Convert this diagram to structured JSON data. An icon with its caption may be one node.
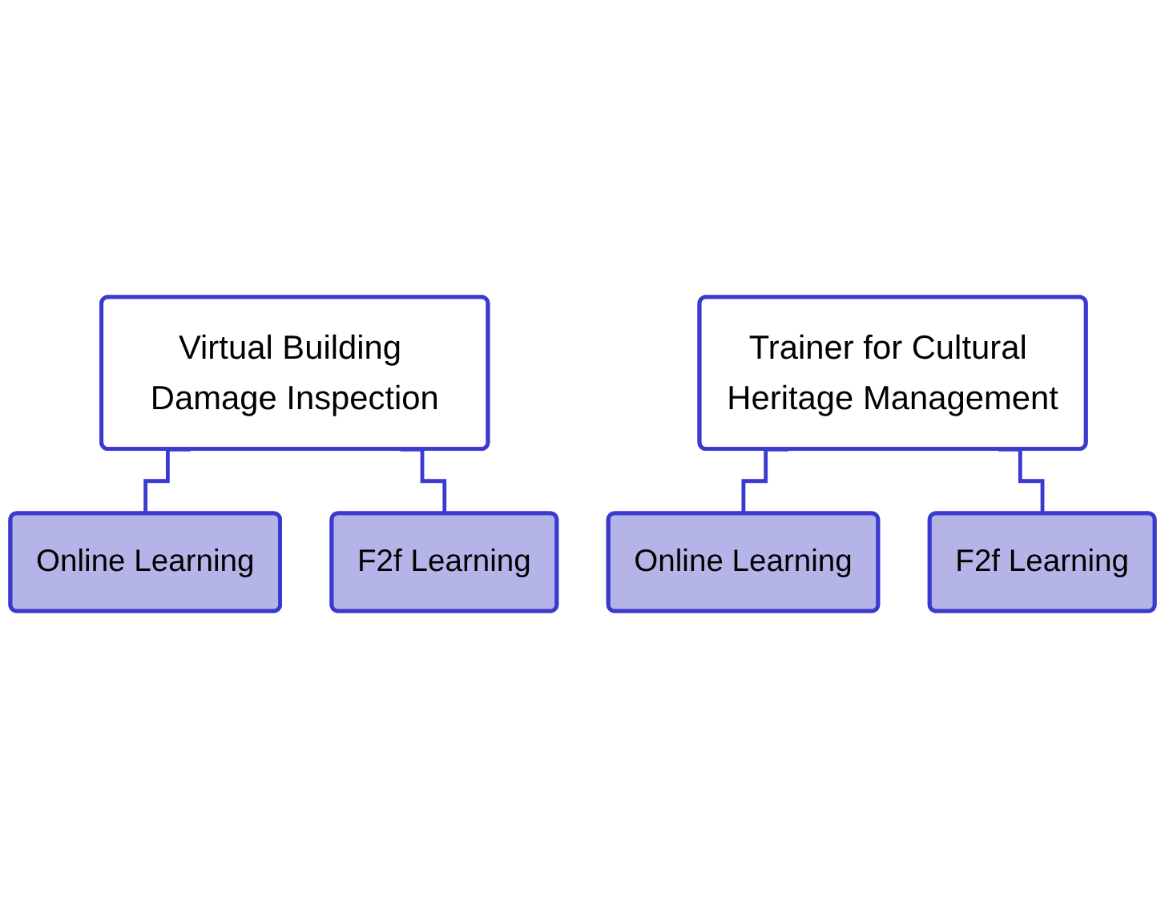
{
  "diagram": {
    "nodes": [
      {
        "text": [
          "Virtual Building Damage Inspection"
        ]
      },
      {
        "text": [
          "Online Learning"
        ]
      },
      {
        "text": [
          "F2f Learning"
        ]
      },
      {
        "text": [
          "Trainer for Cultural Heritage Management"
        ]
      },
      {
        "text": [
          "Online Learning"
        ]
      },
      {
        "text": [
          "F2f Learning"
        ]
      }
    ],
    "edges": [
      {
        "from": 0,
        "to": 1,
        "arrow": "none"
      },
      {
        "from": 0,
        "to": 2,
        "arrow": "none"
      },
      {
        "from": 3,
        "to": 4,
        "arrow": "none"
      },
      {
        "from": 3,
        "to": 5,
        "arrow": "none"
      }
    ]
  }
}
